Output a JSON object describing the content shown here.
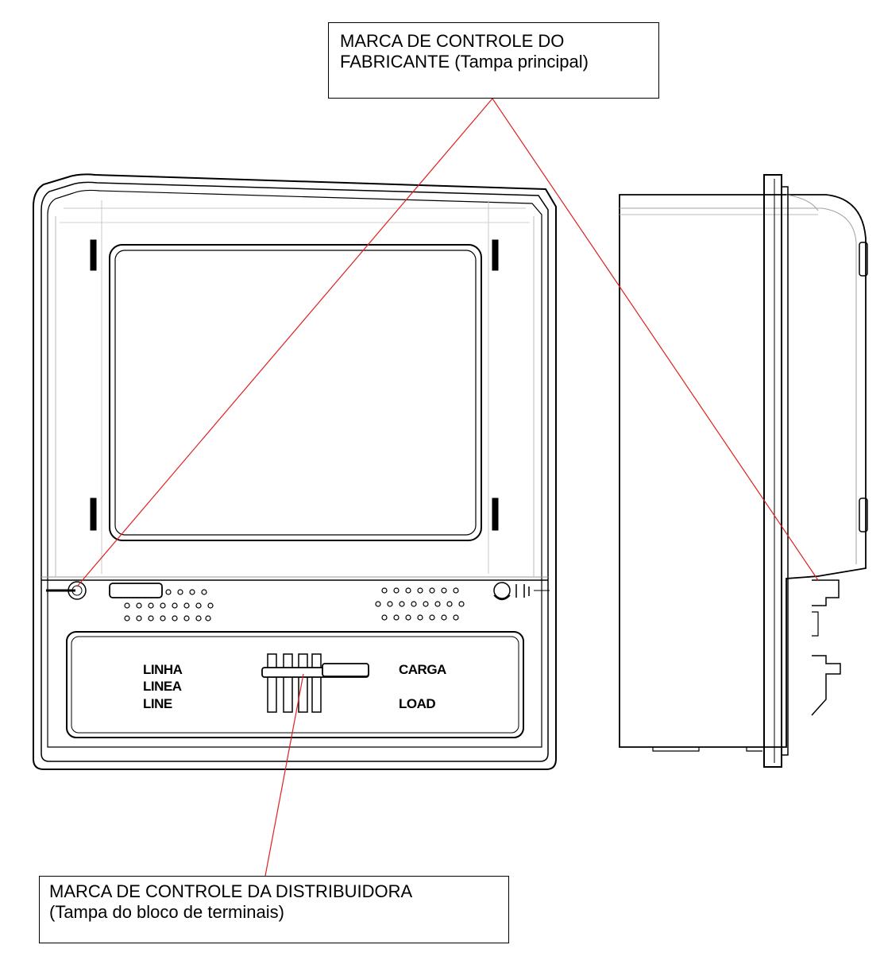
{
  "callouts": {
    "manufacturer": {
      "line1": "MARCA DE CONTROLE DO",
      "line2": "FABRICANTE (Tampa principal)"
    },
    "distributor": {
      "line1": "MARCA DE CONTROLE DA  DISTRIBUIDORA",
      "line2": "(Tampa do bloco de terminais)"
    }
  },
  "terminal_labels": {
    "line": [
      "LINHA",
      "LINEA",
      "LINE"
    ],
    "load": [
      "CARGA",
      "LOAD"
    ]
  },
  "colors": {
    "leader_line": "#e02020",
    "outline": "#000000",
    "light_outline": "#b0b0b0"
  }
}
